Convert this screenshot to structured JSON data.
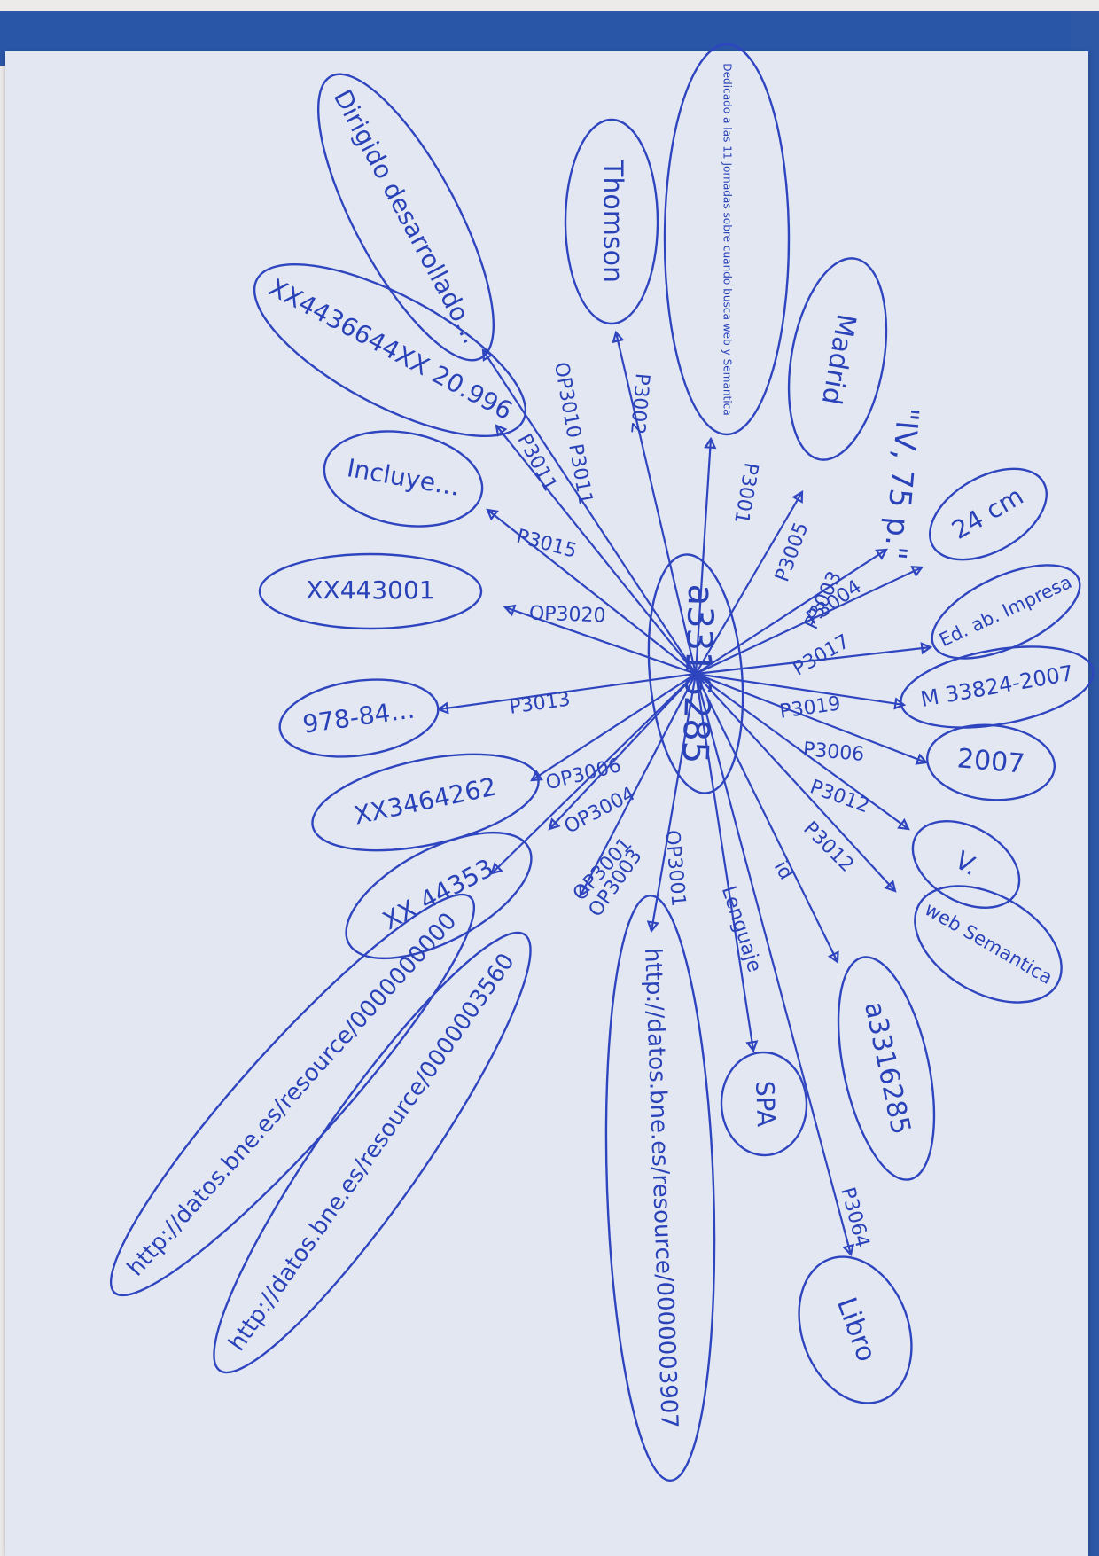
{
  "colors": {
    "ink": "#2f45bf",
    "paper": "#e3e7f2",
    "folder": "#2a56a8"
  },
  "central": {
    "label": "a3316285"
  },
  "nodes": [
    {
      "id": "n_dedicated",
      "label": "Dedicado a las 11 Jornadas sobre cuando busca web y Semantica",
      "edge": "P3001"
    },
    {
      "id": "n_thomson",
      "label": "Thomson",
      "edge": "P3002"
    },
    {
      "id": "n_dirigido",
      "label": "Dirigido desarrollado…",
      "edge": "OP3010 P3011"
    },
    {
      "id": "n_xx4436",
      "label": "XX4436644XX 20.996",
      "edge": "P3011"
    },
    {
      "id": "n_incluye",
      "label": "Incluye…",
      "edge": "P3015"
    },
    {
      "id": "n_xx443",
      "label": "XX443001",
      "edge": "OP3020"
    },
    {
      "id": "n_978",
      "label": "978-84…",
      "edge": "P3013"
    },
    {
      "id": "n_xx3464262",
      "label": "XX3464262",
      "edge": "OP3006"
    },
    {
      "id": "n_xx44353",
      "label": "XX 44353",
      "edge": "OP3004"
    },
    {
      "id": "n_http1",
      "label": "http://datos.bne.es/resource/0000000000",
      "edge": "OP3001"
    },
    {
      "id": "n_http2",
      "label": "http://datos.bne.es/resource/0000003560",
      "edge": "OP3003"
    },
    {
      "id": "n_http3",
      "label": "http://datos.bne.es/resource/0000003907",
      "edge": "OP3001"
    },
    {
      "id": "n_spa",
      "label": "SPA",
      "edge": "Lenguaje"
    },
    {
      "id": "n_a3316285",
      "label": "a3316285",
      "edge": "id"
    },
    {
      "id": "n_libro",
      "label": "Libro",
      "edge": "P3064"
    },
    {
      "id": "n_web",
      "label": "web Semantica",
      "edge": "P3012"
    },
    {
      "id": "n_v",
      "label": "V.",
      "edge": "P3012"
    },
    {
      "id": "n_2007",
      "label": "2007",
      "edge": "P3006"
    },
    {
      "id": "n_m3",
      "label": "M 33824-2007",
      "edge": "P3019"
    },
    {
      "id": "n_editorial",
      "label": "Ed. ab. Impresa",
      "edge": "P3017"
    },
    {
      "id": "n_24cm",
      "label": "24 cm",
      "edge": "P3004"
    },
    {
      "id": "n_iv",
      "label": "\"IV, 75 p.\"",
      "edge": "P3003"
    },
    {
      "id": "n_madrid",
      "label": "Madrid",
      "edge": "P3005"
    }
  ]
}
